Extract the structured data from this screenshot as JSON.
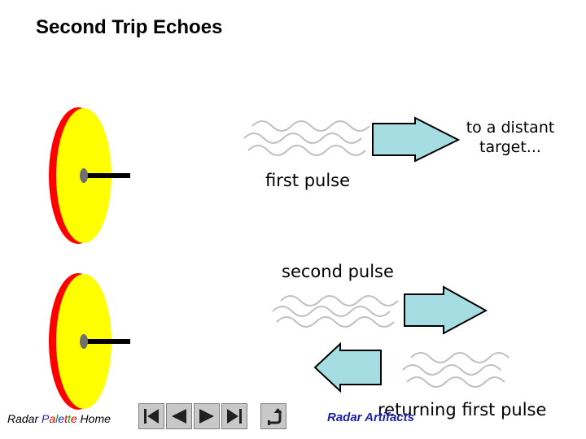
{
  "title": "Second Trip Echoes",
  "labels": {
    "first_pulse": "first pulse",
    "second_pulse": "second pulse",
    "to_target": "to a distant target...",
    "returning": "returning first pulse"
  },
  "footer": {
    "home_words": [
      "Radar ",
      "P",
      "a",
      "l",
      "e",
      "t",
      "t",
      "e",
      " Home"
    ],
    "home_colors": [
      "#000000",
      "#1f1fb0",
      "#e00000",
      "#00a000",
      "#1f1fb0",
      "#e00000",
      "#00a000",
      "#e00000",
      "#000000"
    ],
    "artifacts_link": "Radar Artifacts"
  },
  "nav_icons": [
    "first-slide-icon",
    "previous-slide-icon",
    "next-slide-icon",
    "last-slide-icon",
    "return-icon"
  ],
  "colors": {
    "dish_face": "#ffff00",
    "dish_rim": "#ff0000",
    "arrow_fill": "#a6dde3",
    "wave": "#c0c0c0"
  }
}
